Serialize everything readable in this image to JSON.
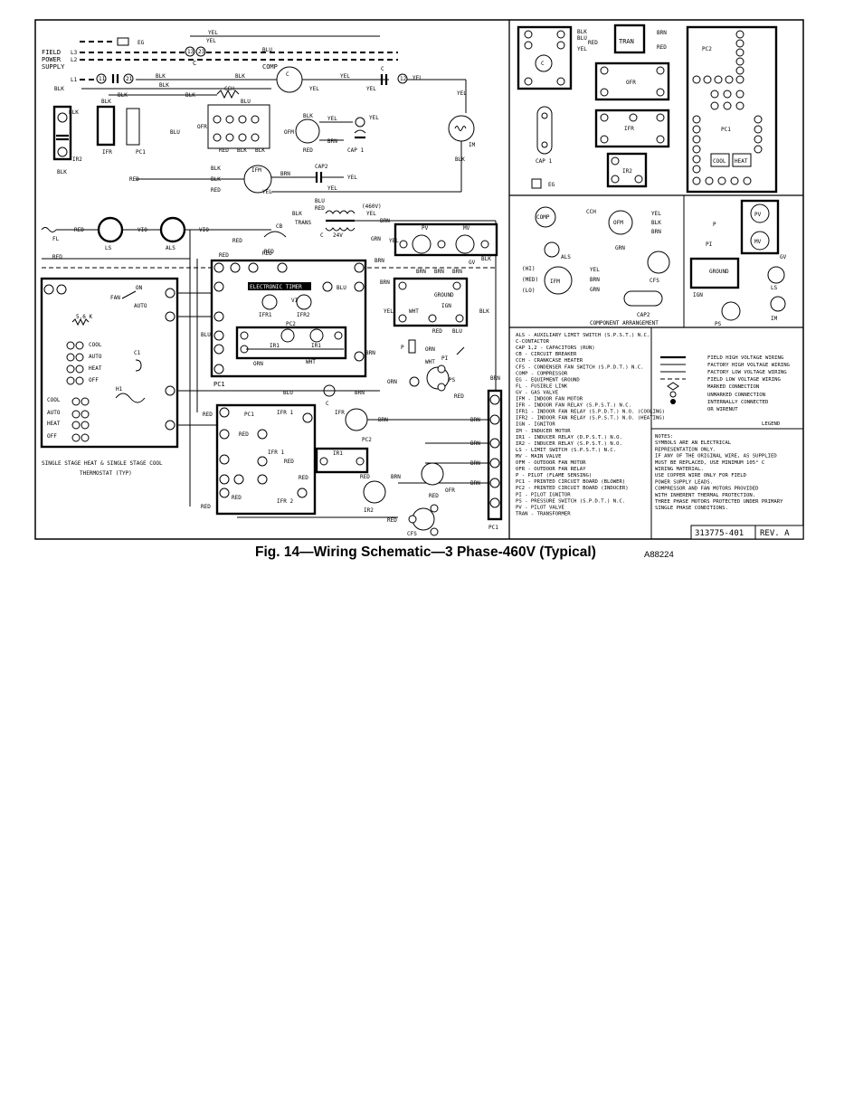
{
  "figure": {
    "caption": "Fig. 14—Wiring Schematic—3 Phase-460V (Typical)",
    "code": "A88224",
    "drawing_number": "313775-401",
    "revision": "REV. A"
  },
  "labels": {
    "field_power": [
      "FIELD",
      "POWER",
      "SUPPLY"
    ],
    "L1": "L1",
    "L2": "L2",
    "L3": "L3",
    "eg": "EG",
    "c": "C",
    "comp": "COMP",
    "cch": "CCH",
    "ofr": "OFR",
    "ofm": "OFM",
    "ir2": "IR2",
    "ifr": "IFR",
    "pc1": "PC1",
    "pc2": "PC2",
    "ifm": "IFM",
    "im": "IM",
    "cap1": "CAP 1",
    "cap2": "CAP2",
    "trans": "TRANS",
    "v460": "(460V)",
    "v24": "24V",
    "fl": "FL",
    "ls": "LS",
    "als": "ALS",
    "cb": "CB",
    "pv": "PV",
    "mv": "MV",
    "gv": "GV",
    "ign": "IGN",
    "ground": "GROUND",
    "p": "P",
    "pi": "PI",
    "ps": "PS",
    "cfs": "CFS",
    "ir1": "IR1",
    "ifr1": "IFR1",
    "ifr2": "IFR2",
    "ifr_1": "IFR 1",
    "ifr_2": "IFR 2",
    "electronic_timer": "ELECTRONIC TIMER",
    "fan": "FAN",
    "on": "ON",
    "auto": "AUTO",
    "cool": "COOL",
    "heat": "HEAT",
    "off": "OFF",
    "c1": "C1",
    "h1": "H1",
    "res": "5.6 K",
    "thermostat": [
      "SINGLE STAGE HEAT & SINGLE STAGE COOL",
      "THERMOSTAT (TYP)"
    ],
    "tran": "TRAN",
    "heat_box": "HEAT",
    "cool_box": "COOL",
    "component_arrangement": "COMPONENT ARRANGEMENT",
    "legend_title": "LEGEND",
    "wire_colors": {
      "yel": "YEL",
      "blu": "BLU",
      "red": "RED",
      "blk": "BLK",
      "brn": "BRN",
      "grn": "GRN",
      "vio": "VIO",
      "orn": "ORN",
      "wht": "WHT"
    }
  },
  "abbreviations": [
    "ALS - AUXILIARY LIMIT SWITCH (S.P.S.T.) N.C.",
    "C-CONTACTOR",
    "CAP 1,2 - CAPACITORS (RUN)",
    "CB - CIRCUIT BREAKER",
    "CCH - CRANKCASE HEATER",
    "CFS - CONDENSER FAN SWITCH (S.P.D.T.) N.C.",
    "COMP - COMPRESSOR",
    "EG - EQUIPMENT GROUND",
    "FL - FUSIBLE LINK",
    "GV - GAS VALVE",
    "IFM - INDOOR FAN MOTOR",
    "IFR - INDOOR FAN RELAY (S.P.S.T.) N.C.",
    "IFR1 - INDOOR FAN RELAY (S.P.D.T.) N.O. (COOLING)",
    "IFR2 - INDOOR FAN RELAY (S.P.S.T.) N.O. (HEATING)",
    "IGN - IGNITOR",
    "IM - INDUCER MOTOR",
    "IR1 - INDUCER RELAY (D.P.S.T.) N.O.",
    "IR2 - INDUCER RELAY (S.P.S.T.) N.O.",
    "LS - LIMIT SWITCH (S.P.S.T.) N.C.",
    "MV - MAIN VALVE",
    "OFM - OUTDOOR FAN MOTOR",
    "OFR - OUTDOOR FAN RELAY",
    "P - PILOT (FLAME SENSING)",
    "PC1 - PRINTED CIRCUIT BOARD (BLOWER)",
    "PC2 - PRINTED CIRCUIT BOARD (INDUCER)",
    "PI - PILOT IGNITOR",
    "PS - PRESSURE SWITCH (S.P.D.T.) N.C.",
    "PV - PILOT VALVE",
    "TRAN - TRANSFORMER"
  ],
  "legend": [
    "FIELD HIGH VOLTAGE WIRING",
    "FACTORY HIGH VOLTAGE WIRING",
    "FACTORY LOW VOLTAGE WIRING",
    "FIELD LOW VOLTAGE WIRING",
    "MARKED CONNECTION",
    "UNMARKED CONNECTION",
    "INTERNALLY CONNECTED",
    "OR WIRENUT"
  ],
  "notes": [
    "NOTES:",
    "SYMBOLS ARE AN ELECTRICAL",
    "REPRESENTATION ONLY.",
    "IF ANY OF THE ORIGINAL WIRE, AS SUPPLIED",
    "MUST BE REPLACED, USE MINIMUM 105° C",
    "WIRING MATERIAL.",
    "USE COPPER WIRE ONLY FOR FIELD",
    "POWER SUPPLY LEADS.",
    "COMPRESSOR AND FAN MOTORS PROVIDED",
    "WITH INHERENT THERMAL PROTECTION.",
    "THREE PHASE MOTORS PROTECTED UNDER PRIMARY",
    "SINGLE PHASE CONDITIONS."
  ]
}
